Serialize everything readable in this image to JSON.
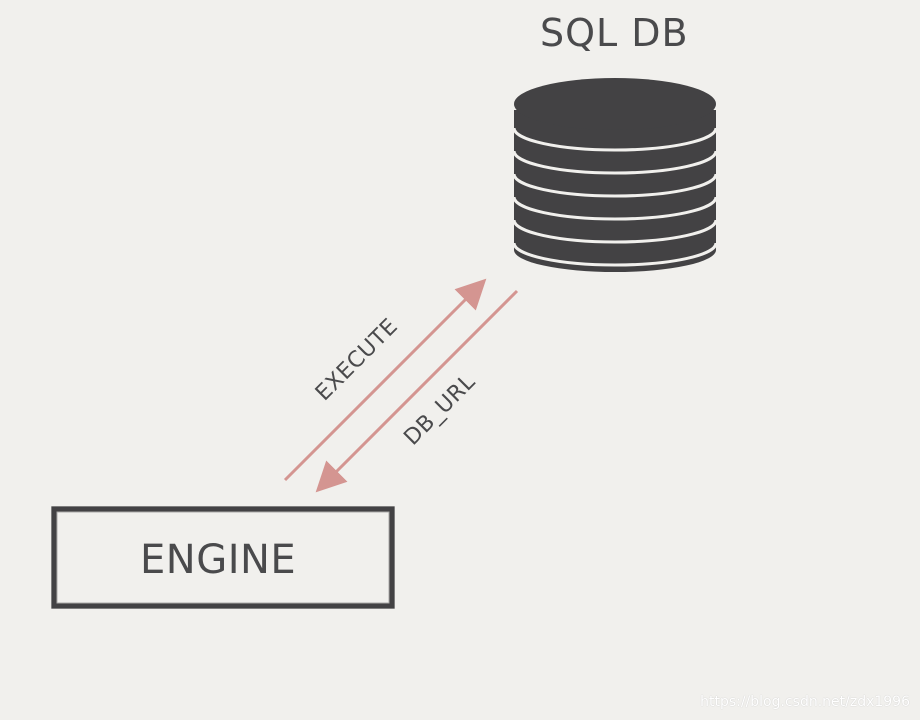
{
  "db": {
    "title": "SQL DB",
    "icon": "database-icon"
  },
  "engine": {
    "label": "ENGINE"
  },
  "arrows": {
    "execute_label": "EXECUTE",
    "db_url_label": "DB_URL"
  },
  "watermark": "https://blog.csdn.net/zdx1996",
  "colors": {
    "background": "#f1f0ed",
    "ink": "#4a4a4c",
    "arrow": "#d49591"
  }
}
